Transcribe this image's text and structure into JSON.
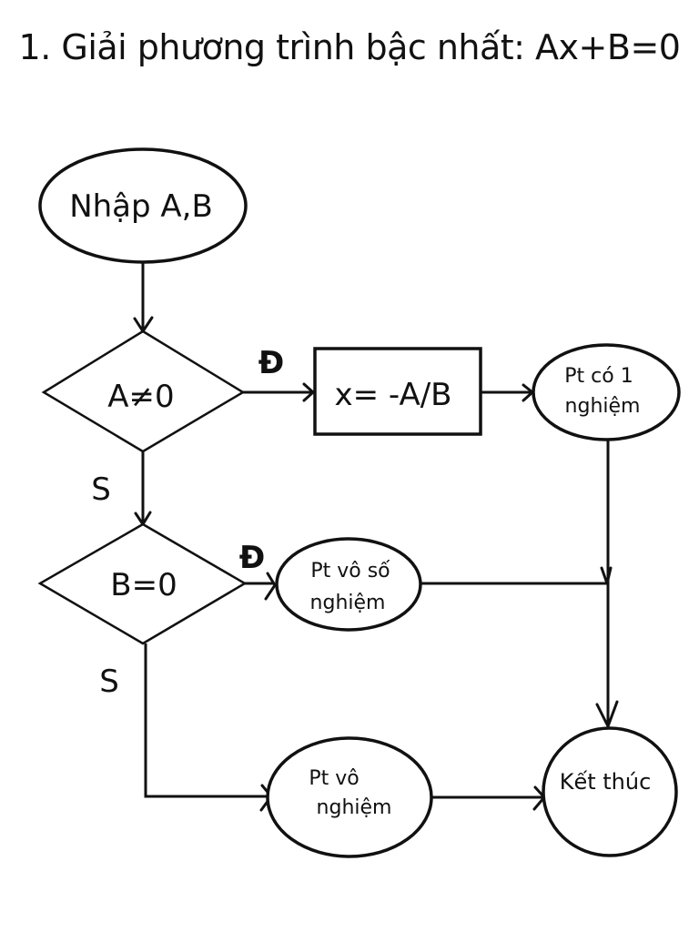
{
  "title": "1. Giải phương trình bậc nhất: Ax+B=0",
  "nodes": {
    "start": {
      "type": "ellipse",
      "text": "Nhập A,B"
    },
    "decision_a": {
      "type": "diamond",
      "text": "A≠0"
    },
    "process": {
      "type": "rectangle",
      "text": "x= -A/B"
    },
    "one_solution": {
      "type": "ellipse",
      "line1": "Pt có 1",
      "line2": "nghiệm"
    },
    "decision_b": {
      "type": "diamond",
      "text": "B=0"
    },
    "infinite": {
      "type": "ellipse",
      "line1": "Pt vô số",
      "line2": "nghiệm"
    },
    "no_solution": {
      "type": "ellipse",
      "line1": "Pt vô",
      "line2": "nghiệm"
    },
    "end": {
      "type": "ellipse",
      "text": "Kết thúc"
    }
  },
  "edge_labels": {
    "a_true": "Đ",
    "a_false": "S",
    "b_true": "Đ",
    "b_false": "S"
  },
  "edges": [
    {
      "from": "start",
      "to": "decision_a"
    },
    {
      "from": "decision_a",
      "to": "process",
      "label": "Đ"
    },
    {
      "from": "process",
      "to": "one_solution"
    },
    {
      "from": "decision_a",
      "to": "decision_b",
      "label": "S"
    },
    {
      "from": "decision_b",
      "to": "infinite",
      "label": "Đ"
    },
    {
      "from": "decision_b",
      "to": "no_solution",
      "label": "S"
    },
    {
      "from": "one_solution",
      "to": "end"
    },
    {
      "from": "infinite",
      "to": "end"
    },
    {
      "from": "no_solution",
      "to": "end"
    }
  ]
}
